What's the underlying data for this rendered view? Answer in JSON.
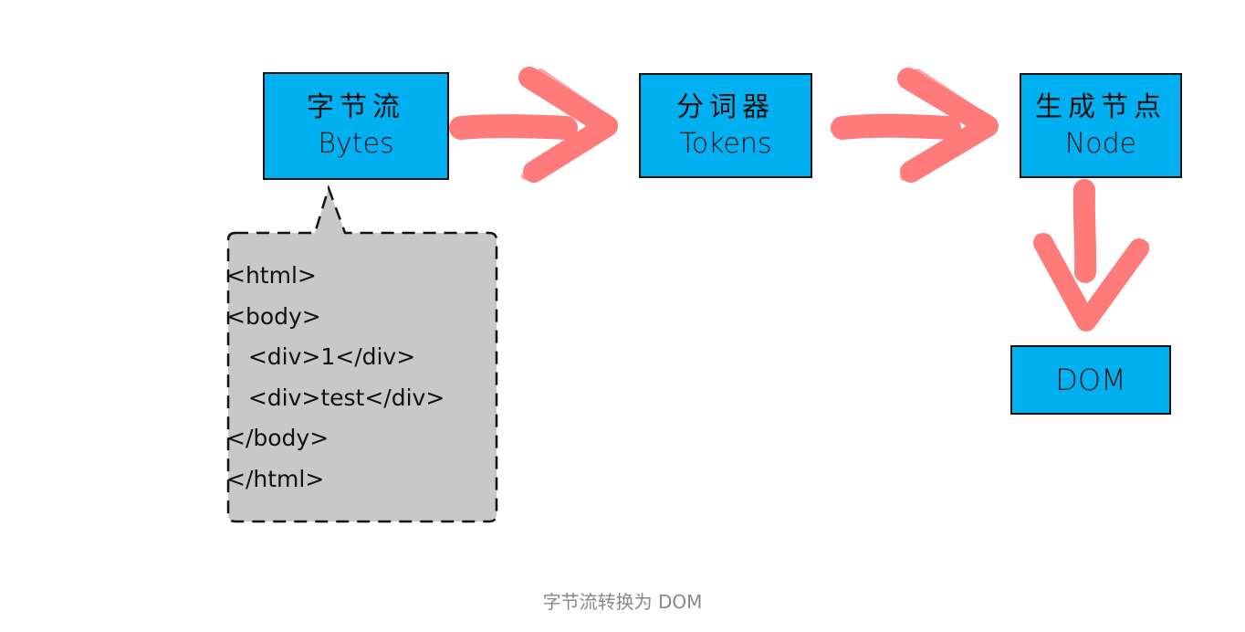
{
  "diagram": {
    "nodes": {
      "bytes": {
        "zh": "字节流",
        "en": "Bytes"
      },
      "tokens": {
        "zh": "分词器",
        "en": "Tokens"
      },
      "node": {
        "zh": "生成节点",
        "en": "Node"
      },
      "dom": {
        "en": "DOM"
      }
    },
    "code_lines": [
      "<html>",
      "<body>",
      "   <div>1</div>",
      "   <div>test</div>",
      "</body>",
      "</html>"
    ],
    "colors": {
      "node_fill": "#00b0f0",
      "arrow": "#ff7b7b",
      "callout_fill": "#c8c8c8",
      "border": "#111111"
    }
  },
  "caption": "字节流转换为 DOM"
}
